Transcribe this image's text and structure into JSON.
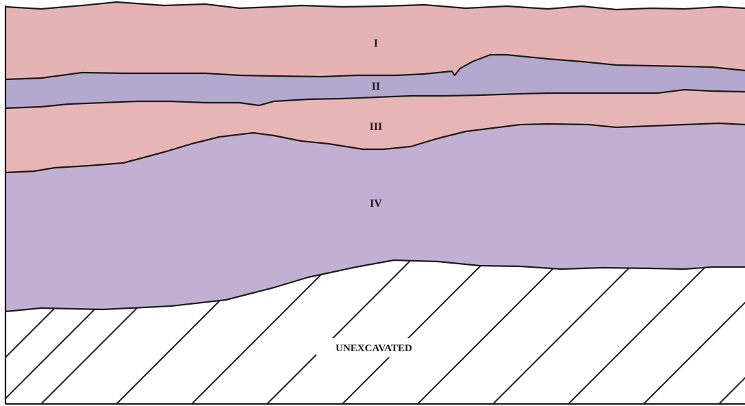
{
  "layers": [
    {
      "label": "I",
      "color": "#e6b3b4"
    },
    {
      "label": "II",
      "color": "#b5a8cf"
    },
    {
      "label": "III",
      "color": "#e8b5b6"
    },
    {
      "label": "IV",
      "color": "#c2b0d3"
    }
  ],
  "unexcavated": {
    "label": "UNEXCAVATED",
    "fill": "#ffffff",
    "hatch_color": "#1a1a1a"
  },
  "line_color": "#1a1a1a"
}
